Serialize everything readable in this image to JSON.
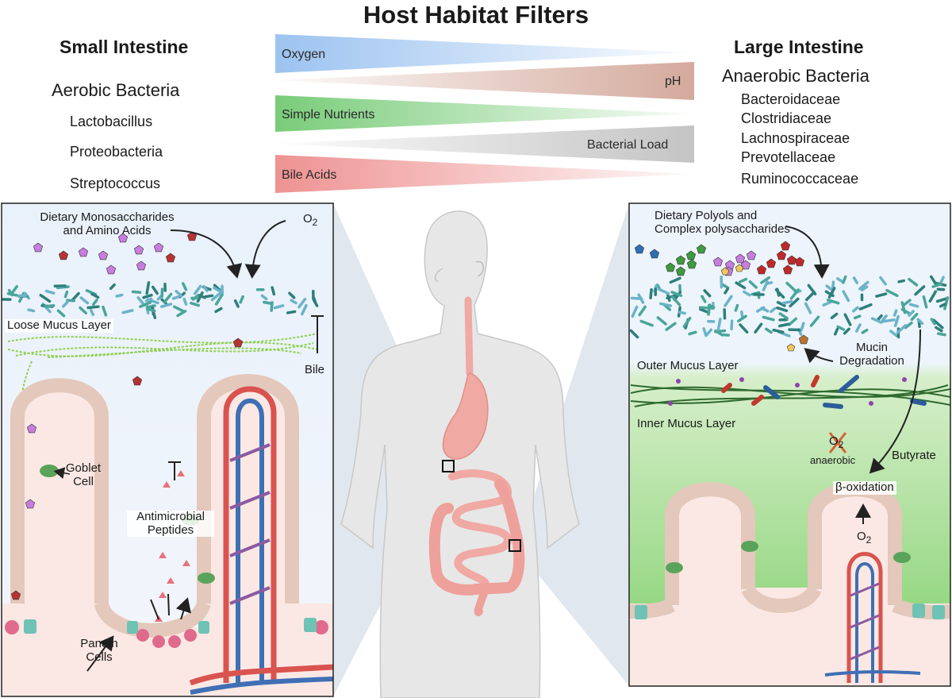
{
  "title": "Host Habitat Filters",
  "small_intestine": {
    "heading": "Small Intestine",
    "group": "Aerobic Bacteria",
    "taxa": [
      "Lactobacillus",
      "Proteobacteria",
      "Streptococcus"
    ]
  },
  "large_intestine": {
    "heading": "Large Intestine",
    "group": "Anaerobic Bacteria",
    "taxa": [
      "Bacteroidaceae",
      "Clostridiaceae",
      "Lachnospiraceae",
      "Prevotellaceae",
      "Ruminococcaceae"
    ]
  },
  "gradients": [
    {
      "label": "Oxygen",
      "color": "#9cc3f0",
      "direction": "decreasing"
    },
    {
      "label": "pH",
      "color": "#d9b3a8",
      "direction": "increasing"
    },
    {
      "label": "Simple Nutrients",
      "color": "#7ccf7c",
      "direction": "decreasing"
    },
    {
      "label": "Bacterial Load",
      "color": "#c9c9c9",
      "direction": "increasing"
    },
    {
      "label": "Bile Acids",
      "color": "#ee9a9a",
      "direction": "decreasing"
    }
  ],
  "left_panel": {
    "dietary": "Dietary Monosaccharides",
    "dietary2": "and Amino Acids",
    "o2": "O",
    "o2_sub": "2",
    "loose_mucus": "Loose Mucus Layer",
    "bile": "Bile",
    "goblet": "Goblet",
    "goblet2": "Cell",
    "amp": "Antimicrobial",
    "amp2": "Peptides",
    "paneth": "Paneth",
    "paneth2": "Cells"
  },
  "right_panel": {
    "dietary": "Dietary Polyols and",
    "dietary2": "Complex polysaccharides",
    "mucin": "Mucin",
    "mucin2": "Degradation",
    "outer_mucus": "Outer Mucus Layer",
    "inner_mucus": "Inner Mucus Layer",
    "o2": "O",
    "o2_sub": "2",
    "anaerobic": "anaerobic",
    "butyrate": "Butyrate",
    "beta_ox": "β-oxidation",
    "o2b": "O",
    "o2b_sub": "2"
  },
  "colors": {
    "lumen_blue": "#eaf2fb",
    "tissue_pink": "#fbeae6",
    "mucus_green": "#7fc94a",
    "epithelium": "#e8cfc2",
    "goblet": "#5aa35a",
    "paneth": "#e06a8c",
    "artery": "#d9534f",
    "vein": "#3f6fb5",
    "bacteria_teal": "#2d7f7a",
    "bacteria_light": "#6bb3c9",
    "colon_pink": "#f0a6a0",
    "body_gray": "#e6e6e6"
  },
  "icons": [
    "pentagon-molecule-icon",
    "rod-bacterium-icon",
    "triangle-peptide-icon",
    "inhibition-bar-icon",
    "x-mark-icon",
    "human-body-icon"
  ]
}
